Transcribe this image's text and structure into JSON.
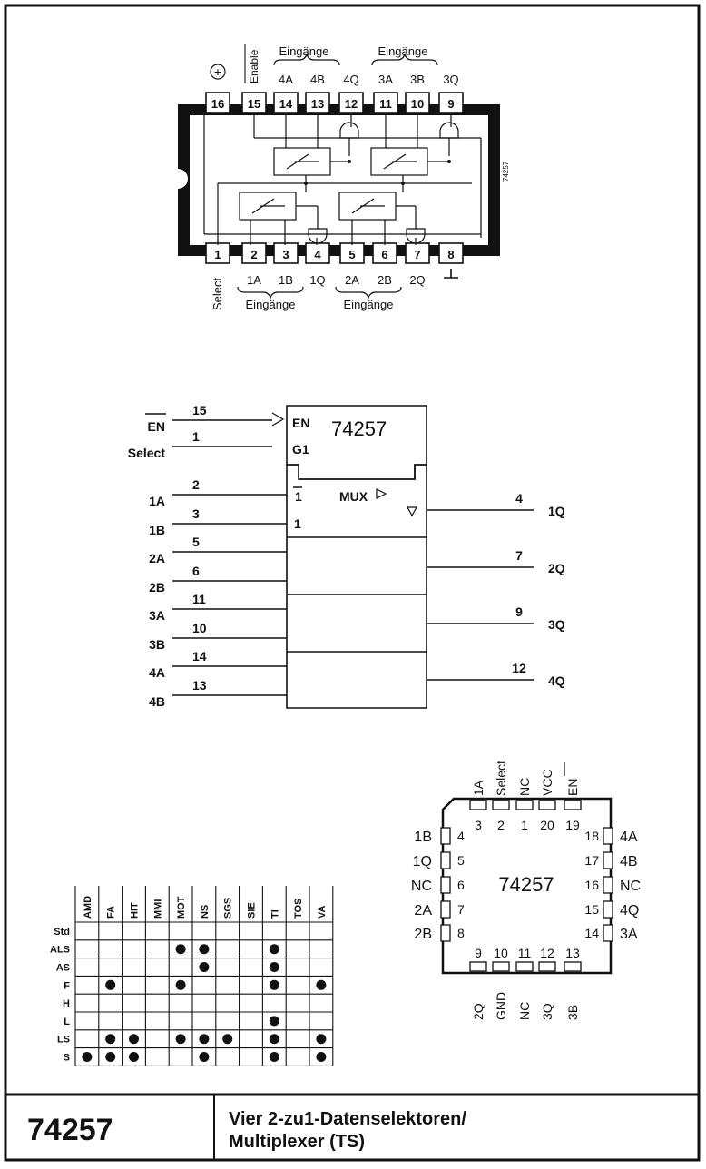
{
  "dip": {
    "chip_label": "74257",
    "top_pins": [
      {
        "num": "16",
        "label": "+"
      },
      {
        "num": "15",
        "label": "Enable"
      },
      {
        "num": "14",
        "label": "4A"
      },
      {
        "num": "13",
        "label": "4B"
      },
      {
        "num": "12",
        "label": "4Q"
      },
      {
        "num": "11",
        "label": "3A"
      },
      {
        "num": "10",
        "label": "3B"
      },
      {
        "num": "9",
        "label": "3Q"
      }
    ],
    "bottom_pins": [
      {
        "num": "1",
        "label": "Select"
      },
      {
        "num": "2",
        "label": "1A"
      },
      {
        "num": "3",
        "label": "1B"
      },
      {
        "num": "4",
        "label": "1Q"
      },
      {
        "num": "5",
        "label": "2A"
      },
      {
        "num": "6",
        "label": "2B"
      },
      {
        "num": "7",
        "label": "2Q"
      },
      {
        "num": "8",
        "label": "ground"
      }
    ],
    "inputs_label": "Eingänge"
  },
  "logic": {
    "chip": "74257",
    "en_label": "EN",
    "g1_label": "G1",
    "mux_label": "MUX",
    "bar1": "1",
    "one": "1",
    "left_signals": [
      {
        "name": "EN",
        "pin": "15"
      },
      {
        "name": "Select",
        "pin": "1"
      },
      {
        "name": "1A",
        "pin": "2"
      },
      {
        "name": "1B",
        "pin": "3"
      },
      {
        "name": "2A",
        "pin": "5"
      },
      {
        "name": "2B",
        "pin": "6"
      },
      {
        "name": "3A",
        "pin": "11"
      },
      {
        "name": "3B",
        "pin": "10"
      },
      {
        "name": "4A",
        "pin": "14"
      },
      {
        "name": "4B",
        "pin": "13"
      }
    ],
    "outputs": [
      {
        "name": "1Q",
        "pin": "4"
      },
      {
        "name": "2Q",
        "pin": "7"
      },
      {
        "name": "3Q",
        "pin": "9"
      },
      {
        "name": "4Q",
        "pin": "12"
      }
    ]
  },
  "plcc": {
    "chip": "74257",
    "top": [
      {
        "num": "3",
        "label": "1A"
      },
      {
        "num": "2",
        "label": "Select"
      },
      {
        "num": "1",
        "label": "NC"
      },
      {
        "num": "20",
        "label": "VCC"
      },
      {
        "num": "19",
        "label": "EN"
      }
    ],
    "left": [
      {
        "num": "4",
        "label": "1B"
      },
      {
        "num": "5",
        "label": "1Q"
      },
      {
        "num": "6",
        "label": "NC"
      },
      {
        "num": "7",
        "label": "2A"
      },
      {
        "num": "8",
        "label": "2B"
      }
    ],
    "right": [
      {
        "num": "18",
        "label": "4A"
      },
      {
        "num": "17",
        "label": "4B"
      },
      {
        "num": "16",
        "label": "NC"
      },
      {
        "num": "15",
        "label": "4Q"
      },
      {
        "num": "14",
        "label": "3A"
      }
    ],
    "bottom": [
      {
        "num": "9",
        "label": "2Q"
      },
      {
        "num": "10",
        "label": "GND"
      },
      {
        "num": "11",
        "label": "NC"
      },
      {
        "num": "12",
        "label": "3Q"
      },
      {
        "num": "13",
        "label": "3B"
      }
    ]
  },
  "availability": {
    "manufacturers": [
      "AMD",
      "FA",
      "HIT",
      "MMI",
      "MOT",
      "NS",
      "SGS",
      "SIE",
      "TI",
      "TOS",
      "VA"
    ],
    "families": [
      "Std",
      "ALS",
      "AS",
      "F",
      "H",
      "L",
      "LS",
      "S"
    ],
    "matrix": [
      [
        0,
        0,
        0,
        0,
        0,
        0,
        0,
        0,
        0,
        0,
        0
      ],
      [
        0,
        0,
        0,
        0,
        1,
        1,
        0,
        0,
        1,
        0,
        0
      ],
      [
        0,
        0,
        0,
        0,
        0,
        1,
        0,
        0,
        1,
        0,
        0
      ],
      [
        0,
        1,
        0,
        0,
        1,
        0,
        0,
        0,
        1,
        0,
        1
      ],
      [
        0,
        0,
        0,
        0,
        0,
        0,
        0,
        0,
        0,
        0,
        0
      ],
      [
        0,
        0,
        0,
        0,
        0,
        0,
        0,
        0,
        1,
        0,
        0
      ],
      [
        0,
        1,
        1,
        0,
        1,
        1,
        1,
        0,
        1,
        0,
        1
      ],
      [
        1,
        1,
        1,
        0,
        0,
        1,
        0,
        0,
        1,
        0,
        1
      ]
    ]
  },
  "footer": {
    "part_number": "74257",
    "title_line1": "Vier 2-zu1-Datenselektoren/",
    "title_line2": "Multiplexer (TS)"
  },
  "rotated_code": "74257"
}
